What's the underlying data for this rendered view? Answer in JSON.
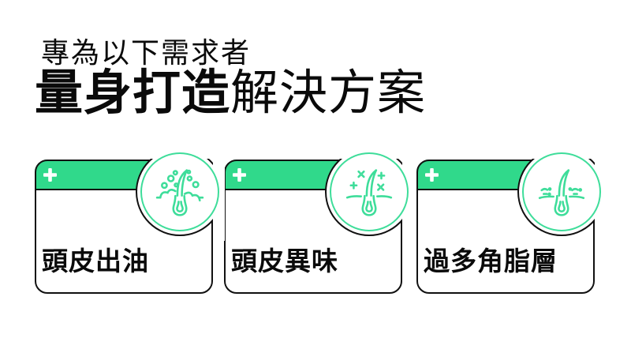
{
  "page": {
    "heading": {
      "line1": "專為以下需求者",
      "line2_bold": "量身打造",
      "line2_regular": "解決方案"
    },
    "colors": {
      "accent_green": "#30d98b",
      "icon_green": "#3edd9a",
      "text_black": "#0a0a0a",
      "card_border": "#111111",
      "card_background": "#ffffff"
    },
    "cards": [
      {
        "plus": "+",
        "icon": "follicle-oil-icon",
        "label": "頭皮出油"
      },
      {
        "plus": "+",
        "icon": "follicle-odor-icon",
        "label": "頭皮異味"
      },
      {
        "plus": "+",
        "icon": "follicle-flakes-icon",
        "label": "過多角脂層"
      }
    ]
  }
}
